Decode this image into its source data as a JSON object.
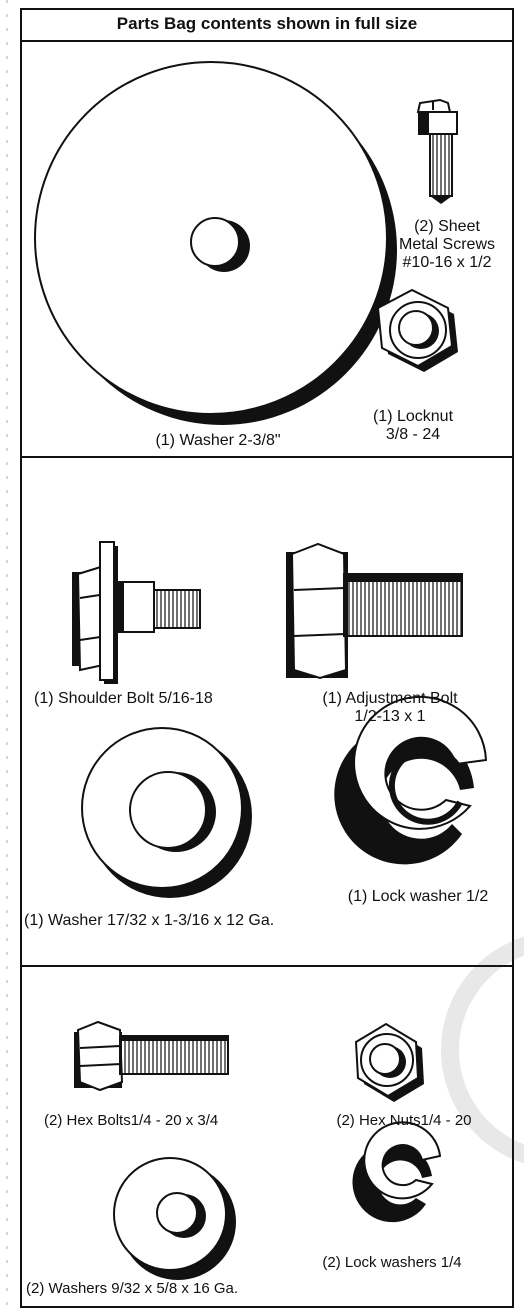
{
  "header": {
    "title": "Parts Bag contents shown in full size"
  },
  "section1": {
    "washer_large": "(1) Washer 2-3/8\"",
    "sheet_metal_screws": [
      "(2) Sheet",
      "Metal Screws",
      "#10-16 x 1/2"
    ],
    "locknut": [
      "(1) Locknut",
      "3/8 - 24"
    ]
  },
  "section2": {
    "shoulder_bolt": "(1) Shoulder Bolt 5/16-18",
    "adjustment_bolt": [
      "(1) Adjustment Bolt",
      "1/2-13 x 1"
    ],
    "lock_washer_half": "(1) Lock washer 1/2",
    "washer_medium": "(1) Washer 17/32 x 1-3/16 x 12 Ga."
  },
  "section3": {
    "hex_bolts": "(2) Hex Bolts1/4 - 20 x 3/4",
    "hex_nuts": "(2) Hex Nuts1/4 - 20",
    "washers_small": "(2) Washers 9/32  x 5/8 x 16 Ga.",
    "lock_washers_quarter": "(2) Lock washers 1/4"
  }
}
